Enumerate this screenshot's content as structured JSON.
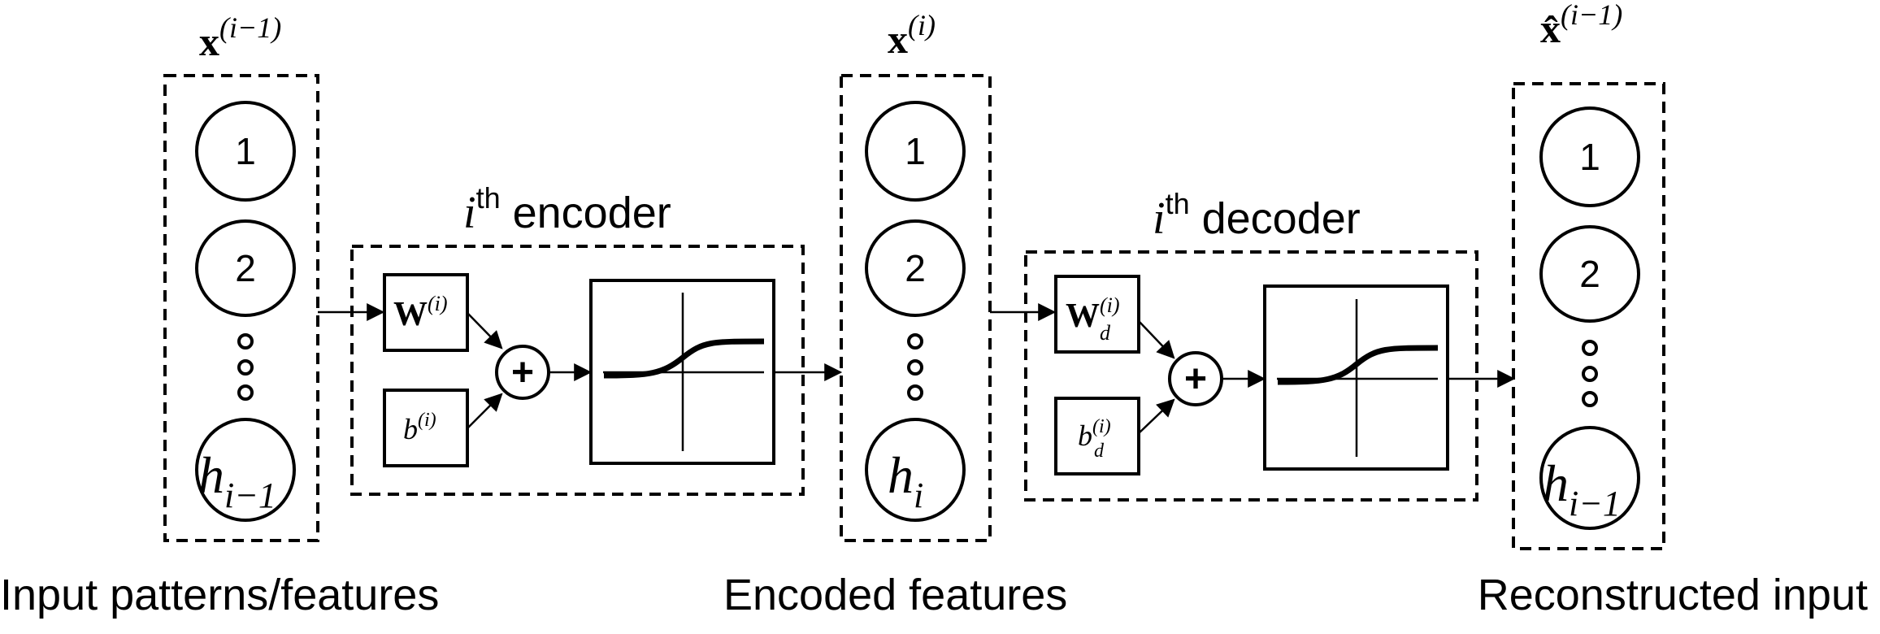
{
  "layers": {
    "input": {
      "label": "Input patterns/features",
      "vector": {
        "base": "x",
        "sup": "(i−1)"
      },
      "nodes": [
        "1",
        "2"
      ],
      "last_node": {
        "base": "h",
        "sub": "i−1"
      }
    },
    "encoded": {
      "label": "Encoded features",
      "vector": {
        "base": "x",
        "sup": "(i)"
      },
      "nodes": [
        "1",
        "2"
      ],
      "last_node": {
        "base": "h",
        "sub": "i"
      }
    },
    "reconstructed": {
      "label": "Reconstructed input",
      "vector": {
        "base": "x̂",
        "sup": "(i−1)"
      },
      "nodes": [
        "1",
        "2"
      ],
      "last_node": {
        "base": "h",
        "sub": "i−1"
      }
    }
  },
  "encoder": {
    "title": {
      "prefix": "i",
      "sup": "th",
      "word": " encoder"
    },
    "weight": {
      "base": "W",
      "sup": "(i)"
    },
    "bias": {
      "base": "b",
      "sup": "(i)"
    },
    "sum_symbol": "+"
  },
  "decoder": {
    "title": {
      "prefix": "i",
      "sup": "th",
      "word": " decoder"
    },
    "weight": {
      "base": "W",
      "sub": "d",
      "sup": "(i)"
    },
    "bias": {
      "base": "b",
      "sub": "d",
      "sup": "(i)"
    },
    "sum_symbol": "+"
  }
}
